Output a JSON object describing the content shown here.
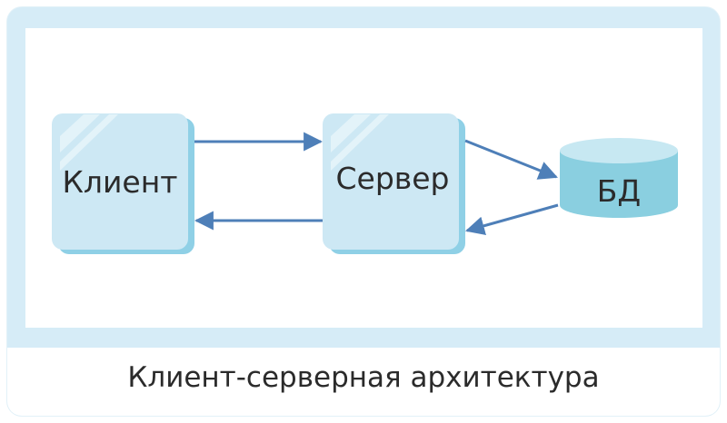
{
  "diagram": {
    "nodes": {
      "client": {
        "label": "Клиент"
      },
      "server": {
        "label": "Сервер"
      },
      "db": {
        "label": "БД"
      }
    },
    "edges": [
      {
        "from": "client",
        "to": "server"
      },
      {
        "from": "server",
        "to": "client"
      },
      {
        "from": "server",
        "to": "db"
      },
      {
        "from": "db",
        "to": "server"
      }
    ],
    "caption": "Клиент-серверная архитектура"
  },
  "colors": {
    "frame": "#d6ecf7",
    "box_fill": "#cde8f4",
    "box_shadow": "#8fd0e6",
    "db_fill": "#8acfe0",
    "db_top": "#c7e8f2",
    "arrow": "#4e7fb8",
    "text": "#2b2b2b"
  }
}
